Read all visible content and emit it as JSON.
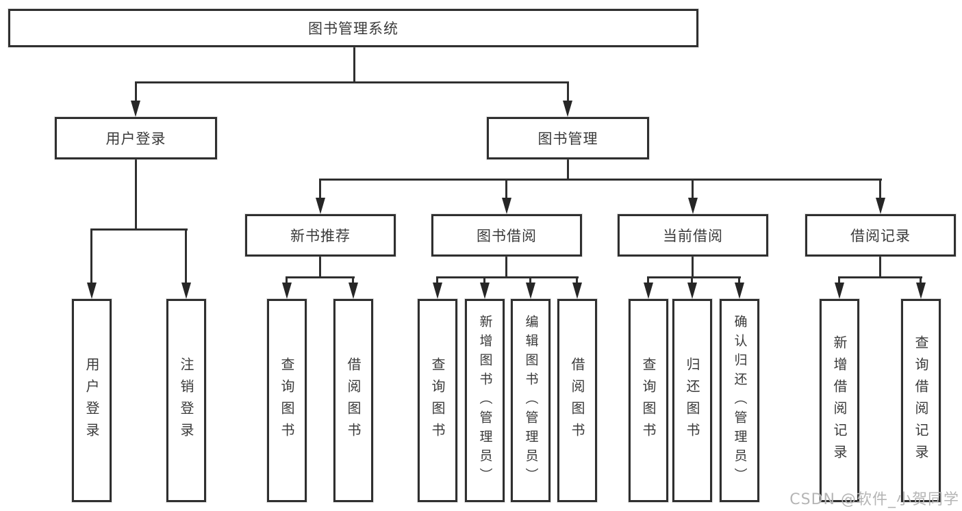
{
  "tree": {
    "root": {
      "label": "图书管理系统"
    },
    "userLogin": {
      "label": "用户登录",
      "children": [
        {
          "label": "用户登录"
        },
        {
          "label": "注销登录"
        }
      ]
    },
    "bookMgmt": {
      "label": "图书管理",
      "groups": [
        {
          "label": "新书推荐",
          "children": [
            {
              "label": "查询图书"
            },
            {
              "label": "借阅图书"
            }
          ]
        },
        {
          "label": "图书借阅",
          "children": [
            {
              "label": "查询图书"
            },
            {
              "label": "新增图书（管理员）"
            },
            {
              "label": "编辑图书（管理员）"
            },
            {
              "label": "借阅图书"
            }
          ]
        },
        {
          "label": "当前借阅",
          "children": [
            {
              "label": "查询图书"
            },
            {
              "label": "归还图书"
            },
            {
              "label": "确认归还（管理员）"
            }
          ]
        },
        {
          "label": "借阅记录",
          "children": [
            {
              "label": "新增借阅记录"
            },
            {
              "label": "查询借阅记录"
            }
          ]
        }
      ]
    }
  },
  "watermark": {
    "text": "CSDN @软件_小贺同学"
  },
  "colors": {
    "line": "#2f2f2f",
    "text": "#3a3a3a",
    "watermark": "#b5b5b5",
    "background": "#ffffff"
  }
}
